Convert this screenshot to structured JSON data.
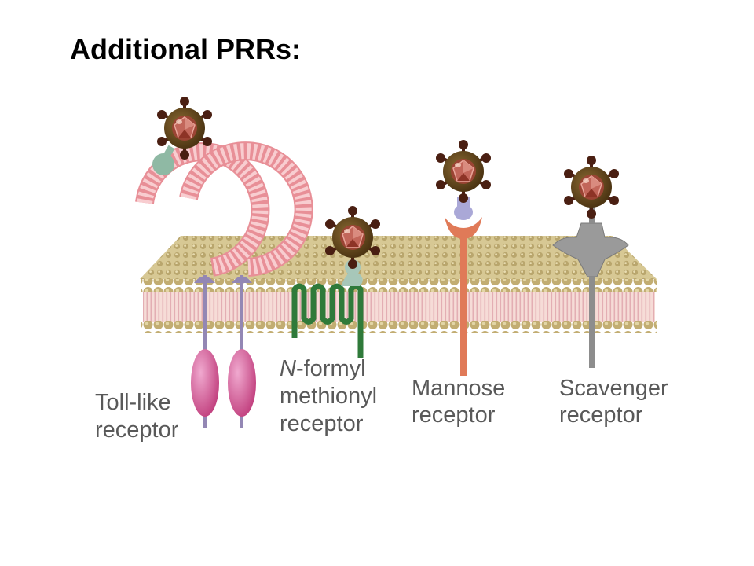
{
  "slide": {
    "title": "Additional PRRs:"
  },
  "receptors": [
    {
      "id": "toll-like",
      "label_lines": [
        "Toll-like",
        "receptor"
      ]
    },
    {
      "id": "n-formyl",
      "label_lines": [
        "N-formyl",
        "methionyl",
        "receptor"
      ],
      "italic_prefix": "N",
      "rest_of_first": "-formyl"
    },
    {
      "id": "mannose",
      "label_lines": [
        "Mannose",
        "receptor"
      ]
    },
    {
      "id": "scavenger",
      "label_lines": [
        "Scavenger",
        "receptor"
      ]
    }
  ],
  "colors": {
    "membrane_head": "#c8b77f",
    "membrane_tail": "#f0c9c4",
    "pathogen_body": "#6a4e1f",
    "pathogen_core": "#a24b3f",
    "pathogen_spike": "#4a1f12",
    "tlr_ectodomain": "#f3b0b3",
    "tlr_cytoplasmic": "#d36898",
    "tlr_stalk": "#9387b4",
    "n_formyl": "#2f7a3a",
    "adaptor_green": "#8db3a0",
    "mannose": "#e07a58",
    "adaptor_lilac": "#aaa8d7",
    "scavenger": "#8d8d8d"
  }
}
